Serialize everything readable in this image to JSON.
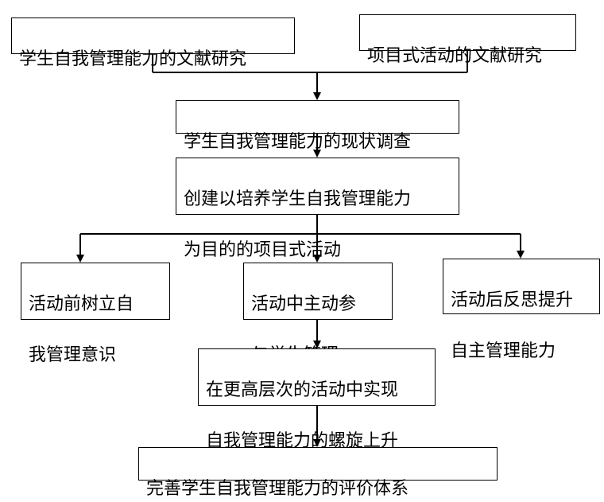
{
  "diagram": {
    "nodes": [
      {
        "id": "b1",
        "text": "学生自我管理能力的文献研究"
      },
      {
        "id": "b2",
        "text": "项目式活动的文献研究"
      },
      {
        "id": "b3",
        "text": "学生自我管理能力的现状调查"
      },
      {
        "id": "b4",
        "line1": "创建以培养学生自我管理能力",
        "line2": "为目的的项目式活动"
      },
      {
        "id": "b5",
        "line1": "活动前树立自",
        "line2": "我管理意识"
      },
      {
        "id": "b6",
        "line1": "活动中主动参",
        "line2": "与学生管理"
      },
      {
        "id": "b7",
        "line1": "活动后反思提升",
        "line2": "自主管理能力"
      },
      {
        "id": "b8",
        "line1": "在更高层次的活动中实现",
        "line2": "自我管理能力的螺旋上升"
      },
      {
        "id": "b9",
        "text": "完善学生自我管理能力的评价体系"
      }
    ],
    "edges": [
      {
        "from": [
          "b1",
          "b2"
        ],
        "to": "b3",
        "type": "merge"
      },
      {
        "from": "b3",
        "to": "b4",
        "type": "arrow"
      },
      {
        "from": "b4",
        "to": [
          "b5",
          "b6",
          "b7"
        ],
        "type": "split"
      },
      {
        "from": "b6",
        "to": "b8",
        "type": "arrow"
      },
      {
        "from": "b8",
        "to": "b9",
        "type": "arrow"
      }
    ],
    "line_color": "#000000",
    "box_border_color": "#000000",
    "background_color": "#ffffff"
  }
}
